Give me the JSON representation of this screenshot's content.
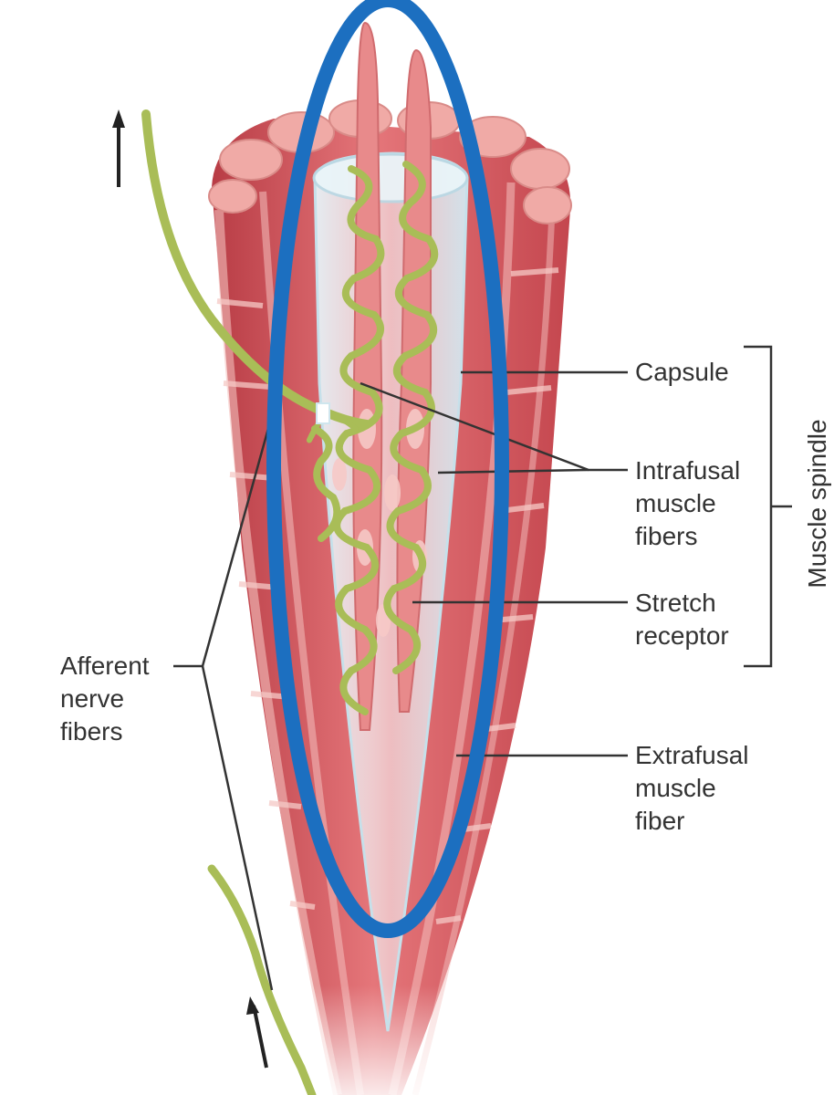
{
  "labels": {
    "capsule": "Capsule",
    "intrafusal": [
      "Intrafusal",
      "muscle",
      "fibers"
    ],
    "stretch": [
      "Stretch",
      "receptor"
    ],
    "extrafusal": [
      "Extrafusal",
      "muscle",
      "fiber"
    ],
    "afferent": [
      "Afferent",
      "nerve",
      "fibers"
    ],
    "muscle_spindle": "Muscle spindle"
  },
  "colors": {
    "muscle": "#d9545a",
    "muscle_light": "#f2b6b4",
    "nerve": "#a9bd57",
    "capsule": "#d6ecf3",
    "highlight_ellipse": "#1c6fc0",
    "leader": "#333333"
  }
}
